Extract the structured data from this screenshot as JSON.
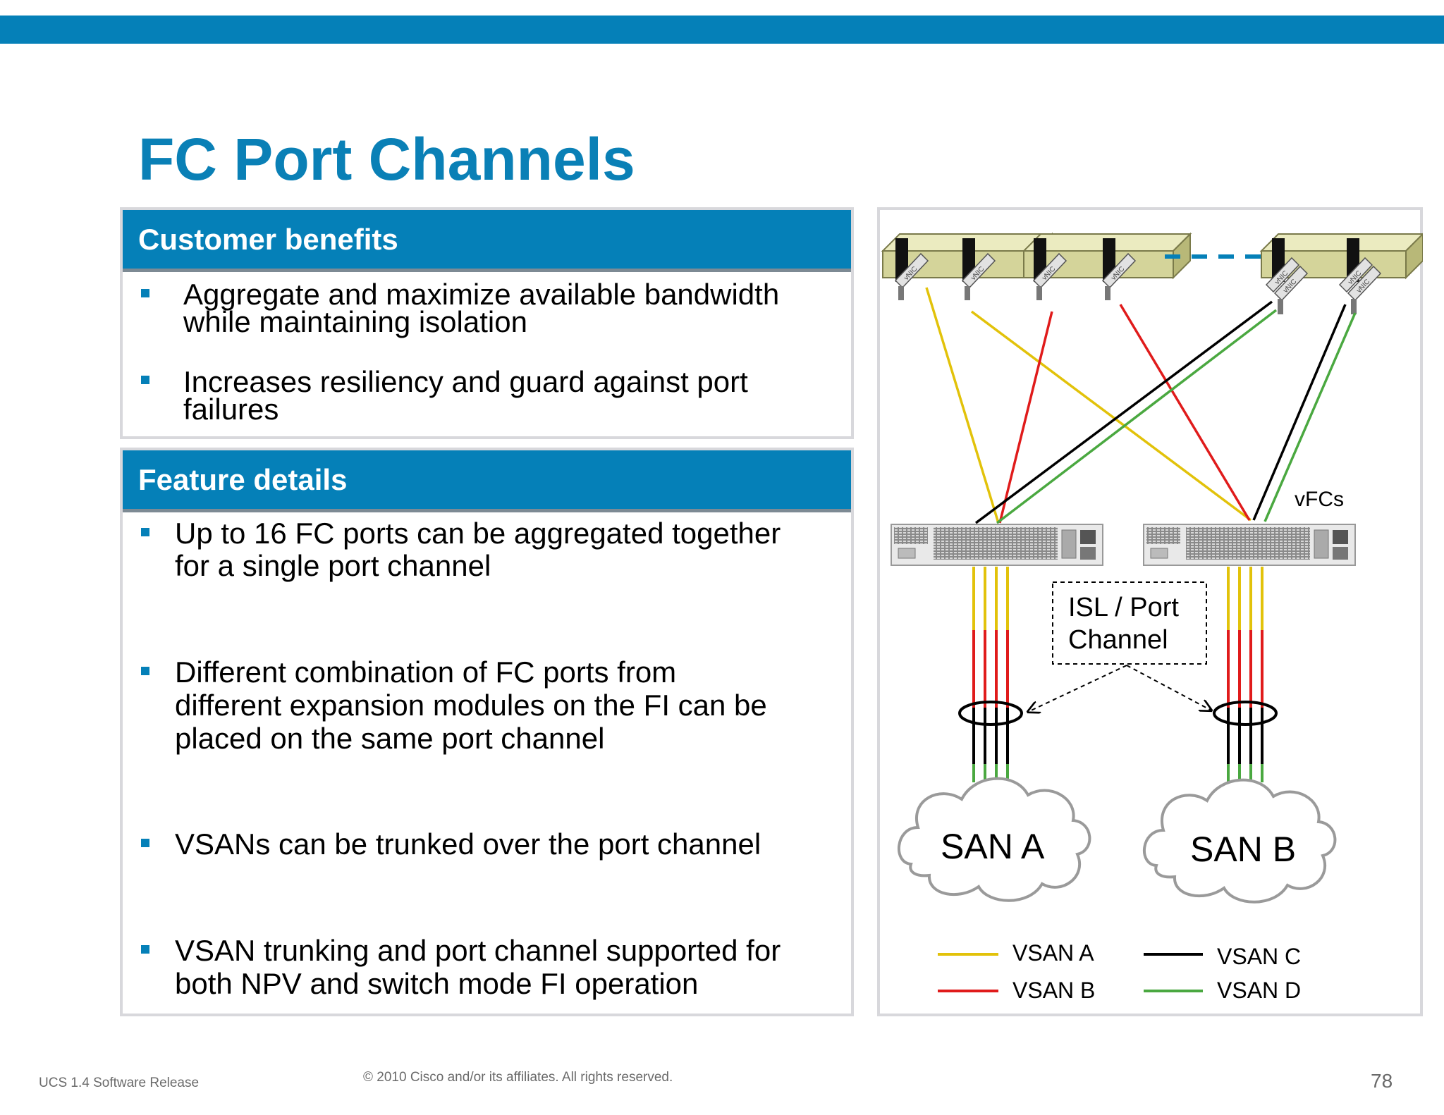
{
  "slide": {
    "title": "FC Port Channels",
    "page_number": "78"
  },
  "benefits": {
    "header": "Customer benefits",
    "items": [
      {
        "line1": "Aggregate and maximize available bandwidth",
        "line2": "while maintaining isolation"
      },
      {
        "line1": "Increases resiliency and guard against port",
        "line2": "failures"
      }
    ]
  },
  "features": {
    "header": "Feature details",
    "items": [
      {
        "lines": [
          "Up to 16 FC ports can be aggregated together",
          "for  a single port channel"
        ]
      },
      {
        "lines": [
          "Different combination of FC ports from",
          "different expansion modules on the FI can be",
          "placed on the same port channel"
        ]
      },
      {
        "lines": [
          "VSANs can be trunked over the port channel"
        ]
      },
      {
        "lines": [
          "VSAN trunking and port channel supported for",
          "both NPV and switch mode FI operation"
        ]
      }
    ]
  },
  "diagram": {
    "vfcs_label": "vFCs",
    "isl_line1": "ISL / Port",
    "isl_line2": "Channel",
    "san_a": "SAN A",
    "san_b": "SAN B",
    "vnic_label": "vNIC",
    "legend": [
      {
        "label": "VSAN A",
        "color": "#e2c20a"
      },
      {
        "label": "VSAN B",
        "color": "#e01b1b"
      },
      {
        "label": "VSAN C",
        "color": "#000000"
      },
      {
        "label": "VSAN D",
        "color": "#4aa840"
      }
    ],
    "colors": {
      "vsan_a": "#e2c20a",
      "vsan_b": "#e01b1b",
      "vsan_c": "#000000",
      "vsan_d": "#4aa840",
      "chassis": "#d4d49a",
      "cisco_blue": "#0580b8"
    }
  },
  "footer": {
    "release": "UCS 1.4 Software Release",
    "copyright": "© 2010 Cisco and/or its affiliates. All rights reserved."
  }
}
